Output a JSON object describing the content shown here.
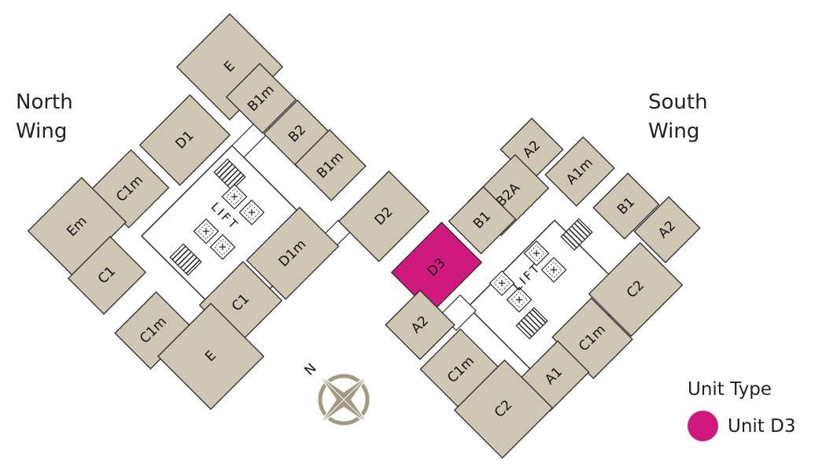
{
  "wings": {
    "north": {
      "line1": "North",
      "line2": "Wing"
    },
    "south": {
      "line1": "South",
      "line2": "Wing"
    }
  },
  "legend": {
    "title": "Unit Type",
    "item_label": "Unit D3",
    "item_color": "#d0197f"
  },
  "colors": {
    "unit_fill": "#cfc6b4",
    "unit_stroke": "#2b2b2b",
    "highlight_fill": "#d0197f",
    "core_fill": "#ffffff",
    "compass_fill": "#a39a86"
  },
  "lift_label": "LIFT",
  "compass_label": "N",
  "units": [
    {
      "label": "E"
    },
    {
      "label": "B1m"
    },
    {
      "label": "D1"
    },
    {
      "label": "B2"
    },
    {
      "label": "B1m"
    },
    {
      "label": "C1m"
    },
    {
      "label": "Em"
    },
    {
      "label": "C1"
    },
    {
      "label": "D1m"
    },
    {
      "label": "C1m"
    },
    {
      "label": "C1"
    },
    {
      "label": "E"
    },
    {
      "label": "D2"
    },
    {
      "label": "D3",
      "highlight": true
    },
    {
      "label": "A2"
    },
    {
      "label": "A2"
    },
    {
      "label": "B2A"
    },
    {
      "label": "A1m"
    },
    {
      "label": "B1"
    },
    {
      "label": "B1"
    },
    {
      "label": "A2"
    },
    {
      "label": "C2"
    },
    {
      "label": "C1m"
    },
    {
      "label": "C1m"
    },
    {
      "label": "A1"
    },
    {
      "label": "C2"
    }
  ]
}
